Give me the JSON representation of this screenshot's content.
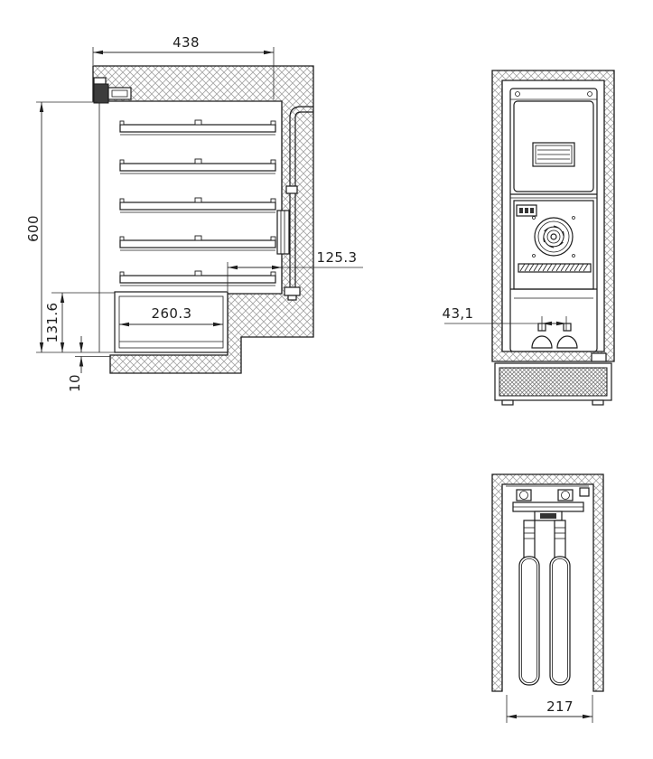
{
  "dims": {
    "w438": "438",
    "h600": "600",
    "h131_6": "131.6",
    "h10": "10",
    "w125_3": "125.3",
    "w260_3": "260.3",
    "w43_1": "43,1",
    "w217": "217"
  },
  "colors": {
    "line": "#1c1c1c",
    "hatch": "#a3a3a3",
    "dense_hatch": "#6b6b6b",
    "background": "#ffffff"
  }
}
